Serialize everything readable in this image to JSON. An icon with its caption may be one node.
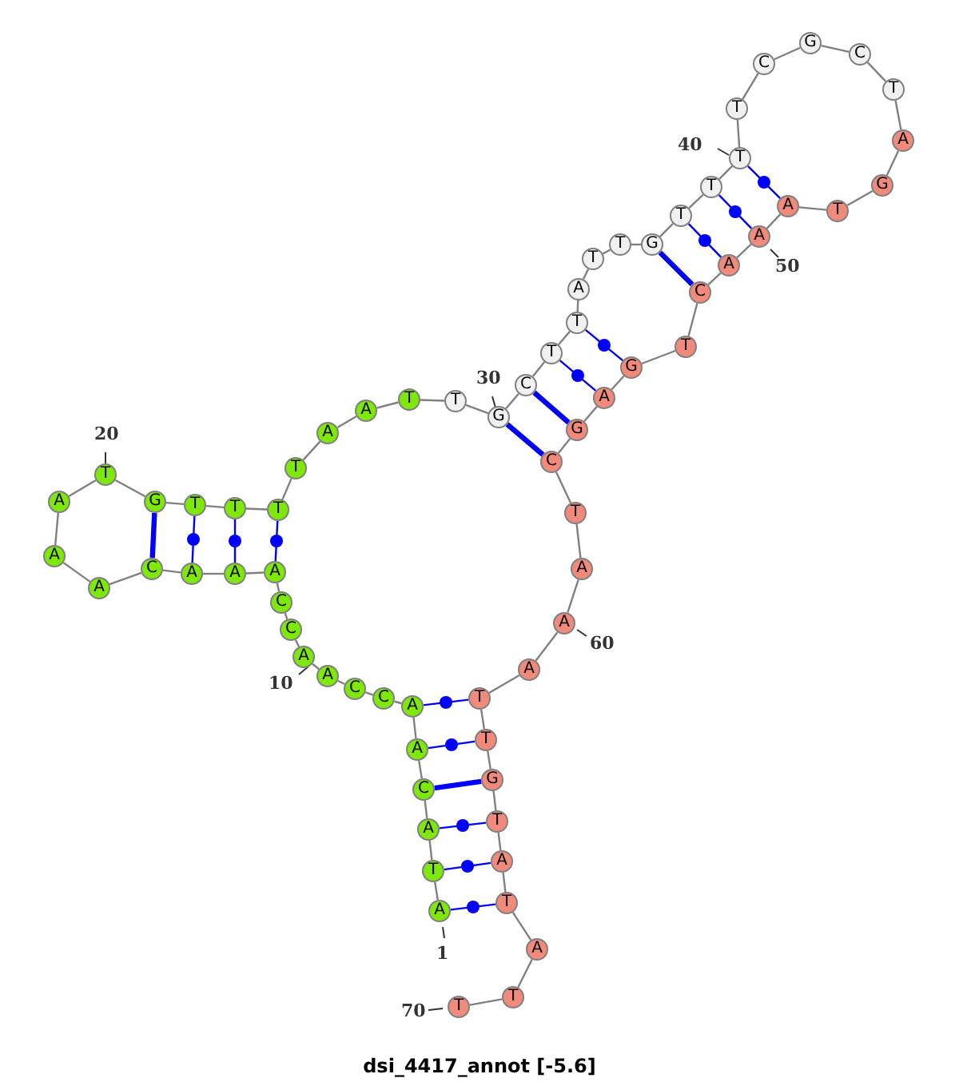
{
  "diagram": {
    "caption": "dsi_4417_annot [-5.6]",
    "nodes": [
      {
        "text": [
          "A"
        ]
      },
      {
        "text": [
          "T"
        ]
      },
      {
        "text": [
          "A"
        ]
      },
      {
        "text": [
          "C"
        ]
      },
      {
        "text": [
          "A"
        ]
      },
      {
        "text": [
          "A"
        ]
      },
      {
        "text": [
          "C"
        ]
      },
      {
        "text": [
          "C"
        ]
      },
      {
        "text": [
          "A"
        ]
      },
      {
        "text": [
          "A"
        ]
      },
      {
        "text": [
          "C"
        ]
      },
      {
        "text": [
          "C"
        ]
      },
      {
        "text": [
          "A"
        ]
      },
      {
        "text": [
          "A"
        ]
      },
      {
        "text": [
          "A"
        ]
      },
      {
        "text": [
          "C"
        ]
      },
      {
        "text": [
          "A"
        ]
      },
      {
        "text": [
          "A"
        ]
      },
      {
        "text": [
          "A"
        ]
      },
      {
        "text": [
          "T"
        ]
      },
      {
        "text": [
          "G"
        ]
      },
      {
        "text": [
          "T"
        ]
      },
      {
        "text": [
          "T"
        ]
      },
      {
        "text": [
          "T"
        ]
      },
      {
        "text": [
          "T"
        ]
      },
      {
        "text": [
          "A"
        ]
      },
      {
        "text": [
          "A"
        ]
      },
      {
        "text": [
          "T"
        ]
      },
      {
        "text": [
          "T"
        ]
      },
      {
        "text": [
          "G"
        ]
      },
      {
        "text": [
          "C"
        ]
      },
      {
        "text": [
          "T"
        ]
      },
      {
        "text": [
          "T"
        ]
      },
      {
        "text": [
          "A"
        ]
      },
      {
        "text": [
          "T"
        ]
      },
      {
        "text": [
          "T"
        ]
      },
      {
        "text": [
          "G"
        ]
      },
      {
        "text": [
          "T"
        ]
      },
      {
        "text": [
          "T"
        ]
      },
      {
        "text": [
          "T"
        ]
      },
      {
        "text": [
          "T"
        ]
      },
      {
        "text": [
          "C"
        ]
      },
      {
        "text": [
          "G"
        ]
      },
      {
        "text": [
          "C"
        ]
      },
      {
        "text": [
          "T"
        ]
      },
      {
        "text": [
          "A"
        ]
      },
      {
        "text": [
          "G"
        ]
      },
      {
        "text": [
          "T"
        ]
      },
      {
        "text": [
          "A"
        ]
      },
      {
        "text": [
          "A"
        ]
      },
      {
        "text": [
          "A"
        ]
      },
      {
        "text": [
          "C"
        ]
      },
      {
        "text": [
          "T"
        ]
      },
      {
        "text": [
          "G"
        ]
      },
      {
        "text": [
          "A"
        ]
      },
      {
        "text": [
          "G"
        ]
      },
      {
        "text": [
          "C"
        ]
      },
      {
        "text": [
          "T"
        ]
      },
      {
        "text": [
          "A"
        ]
      },
      {
        "text": [
          "A"
        ]
      },
      {
        "text": [
          "A"
        ]
      },
      {
        "text": [
          "T"
        ]
      },
      {
        "text": [
          "T"
        ]
      },
      {
        "text": [
          "G"
        ]
      },
      {
        "text": [
          "T"
        ]
      },
      {
        "text": [
          "A"
        ]
      },
      {
        "text": [
          "T"
        ]
      },
      {
        "text": [
          "A"
        ]
      },
      {
        "text": [
          "T"
        ]
      },
      {
        "text": [
          "T"
        ]
      }
    ],
    "edges": [
      {
        "from": 0,
        "to": 1,
        "arrow": "none"
      },
      {
        "from": 1,
        "to": 2,
        "arrow": "none"
      },
      {
        "from": 2,
        "to": 3,
        "arrow": "none"
      },
      {
        "from": 3,
        "to": 4,
        "arrow": "none"
      },
      {
        "from": 4,
        "to": 5,
        "arrow": "none"
      },
      {
        "from": 5,
        "to": 6,
        "arrow": "none"
      },
      {
        "from": 6,
        "to": 7,
        "arrow": "none"
      },
      {
        "from": 7,
        "to": 8,
        "arrow": "none"
      },
      {
        "from": 8,
        "to": 9,
        "arrow": "none"
      },
      {
        "from": 9,
        "to": 10,
        "arrow": "none"
      },
      {
        "from": 10,
        "to": 11,
        "arrow": "none"
      },
      {
        "from": 11,
        "to": 12,
        "arrow": "none"
      },
      {
        "from": 12,
        "to": 13,
        "arrow": "none"
      },
      {
        "from": 13,
        "to": 14,
        "arrow": "none"
      },
      {
        "from": 14,
        "to": 15,
        "arrow": "none"
      },
      {
        "from": 15,
        "to": 16,
        "arrow": "none"
      },
      {
        "from": 16,
        "to": 17,
        "arrow": "none"
      },
      {
        "from": 17,
        "to": 18,
        "arrow": "none"
      },
      {
        "from": 18,
        "to": 19,
        "arrow": "none"
      },
      {
        "from": 19,
        "to": 20,
        "arrow": "none"
      },
      {
        "from": 20,
        "to": 21,
        "arrow": "none"
      },
      {
        "from": 21,
        "to": 22,
        "arrow": "none"
      },
      {
        "from": 22,
        "to": 23,
        "arrow": "none"
      },
      {
        "from": 23,
        "to": 24,
        "arrow": "none"
      },
      {
        "from": 24,
        "to": 25,
        "arrow": "none"
      },
      {
        "from": 25,
        "to": 26,
        "arrow": "none"
      },
      {
        "from": 26,
        "to": 27,
        "arrow": "none"
      },
      {
        "from": 27,
        "to": 28,
        "arrow": "none"
      },
      {
        "from": 28,
        "to": 29,
        "arrow": "none"
      },
      {
        "from": 29,
        "to": 30,
        "arrow": "none"
      },
      {
        "from": 30,
        "to": 31,
        "arrow": "none"
      },
      {
        "from": 31,
        "to": 32,
        "arrow": "none"
      },
      {
        "from": 32,
        "to": 33,
        "arrow": "none"
      },
      {
        "from": 33,
        "to": 34,
        "arrow": "none"
      },
      {
        "from": 34,
        "to": 35,
        "arrow": "none"
      },
      {
        "from": 35,
        "to": 36,
        "arrow": "none"
      },
      {
        "from": 36,
        "to": 37,
        "arrow": "none"
      },
      {
        "from": 37,
        "to": 38,
        "arrow": "none"
      },
      {
        "from": 38,
        "to": 39,
        "arrow": "none"
      },
      {
        "from": 39,
        "to": 40,
        "arrow": "none"
      },
      {
        "from": 40,
        "to": 41,
        "arrow": "none"
      },
      {
        "from": 41,
        "to": 42,
        "arrow": "none"
      },
      {
        "from": 42,
        "to": 43,
        "arrow": "none"
      },
      {
        "from": 43,
        "to": 44,
        "arrow": "none"
      },
      {
        "from": 44,
        "to": 45,
        "arrow": "none"
      },
      {
        "from": 45,
        "to": 46,
        "arrow": "none"
      },
      {
        "from": 46,
        "to": 47,
        "arrow": "none"
      },
      {
        "from": 47,
        "to": 48,
        "arrow": "none"
      },
      {
        "from": 48,
        "to": 49,
        "arrow": "none"
      },
      {
        "from": 49,
        "to": 50,
        "arrow": "none"
      },
      {
        "from": 50,
        "to": 51,
        "arrow": "none"
      },
      {
        "from": 51,
        "to": 52,
        "arrow": "none"
      },
      {
        "from": 52,
        "to": 53,
        "arrow": "none"
      },
      {
        "from": 53,
        "to": 54,
        "arrow": "none"
      },
      {
        "from": 54,
        "to": 55,
        "arrow": "none"
      },
      {
        "from": 55,
        "to": 56,
        "arrow": "none"
      },
      {
        "from": 56,
        "to": 57,
        "arrow": "none"
      },
      {
        "from": 57,
        "to": 58,
        "arrow": "none"
      },
      {
        "from": 58,
        "to": 59,
        "arrow": "none"
      },
      {
        "from": 59,
        "to": 60,
        "arrow": "none"
      },
      {
        "from": 60,
        "to": 61,
        "arrow": "none"
      },
      {
        "from": 61,
        "to": 62,
        "arrow": "none"
      },
      {
        "from": 62,
        "to": 63,
        "arrow": "none"
      },
      {
        "from": 63,
        "to": 64,
        "arrow": "none"
      },
      {
        "from": 64,
        "to": 65,
        "arrow": "none"
      },
      {
        "from": 65,
        "to": 66,
        "arrow": "none"
      },
      {
        "from": 66,
        "to": 67,
        "arrow": "none"
      },
      {
        "from": 67,
        "to": 68,
        "arrow": "none"
      },
      {
        "from": 68,
        "to": 69,
        "arrow": "none"
      },
      {
        "from": 0,
        "to": 66,
        "arrow": "none",
        "color": "#0000ff"
      },
      {
        "from": 1,
        "to": 65,
        "arrow": "none",
        "color": "#0000ff"
      },
      {
        "from": 2,
        "to": 64,
        "arrow": "none",
        "color": "#0000ff"
      },
      {
        "from": 3,
        "to": 63,
        "arrow": "none",
        "style": "thick",
        "color": "#0000ff"
      },
      {
        "from": 4,
        "to": 62,
        "arrow": "none",
        "color": "#0000ff"
      },
      {
        "from": 5,
        "to": 61,
        "arrow": "none",
        "color": "#0000ff"
      },
      {
        "from": 12,
        "to": 23,
        "arrow": "none",
        "color": "#0000ff"
      },
      {
        "from": 13,
        "to": 22,
        "arrow": "none",
        "color": "#0000ff"
      },
      {
        "from": 14,
        "to": 21,
        "arrow": "none",
        "color": "#0000ff"
      },
      {
        "from": 15,
        "to": 20,
        "arrow": "none",
        "style": "thick",
        "color": "#0000ff"
      },
      {
        "from": 29,
        "to": 56,
        "arrow": "none",
        "style": "thick",
        "color": "#0000ff"
      },
      {
        "from": 30,
        "to": 55,
        "arrow": "none",
        "style": "thick",
        "color": "#0000ff"
      },
      {
        "from": 31,
        "to": 54,
        "arrow": "none",
        "color": "#0000ff"
      },
      {
        "from": 32,
        "to": 53,
        "arrow": "none",
        "color": "#0000ff"
      },
      {
        "from": 36,
        "to": 51,
        "arrow": "none",
        "style": "thick",
        "color": "#0000ff"
      },
      {
        "from": 37,
        "to": 50,
        "arrow": "none",
        "color": "#0000ff"
      },
      {
        "from": 38,
        "to": 49,
        "arrow": "none",
        "color": "#0000ff"
      },
      {
        "from": 39,
        "to": 48,
        "arrow": "none",
        "color": "#0000ff"
      }
    ],
    "labels": [
      "40",
      "50",
      "30",
      "20",
      "60",
      "10",
      "1",
      "70"
    ]
  }
}
